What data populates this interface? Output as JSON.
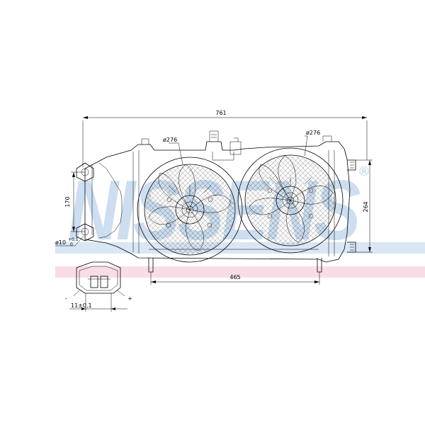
{
  "watermark": {
    "brand": "NISSENS",
    "registered_symbol": "®",
    "colors": {
      "text": "#bcd3ec",
      "band_blue": "#cfe0f3",
      "band_red": "#f6d6dd"
    }
  },
  "dimensions": {
    "overall_width": "761",
    "fan_left_diameter": "ø276",
    "fan_right_diameter": "ø276",
    "mount_spacing_vertical": "170",
    "height_right": "264",
    "bottom_mount_spacing": "465",
    "hole_diameter": "ø10",
    "hole_tolerance_upper": "+0,1",
    "hole_tolerance_lower": "0"
  },
  "connector": {
    "width_label": "11±0,1",
    "negative_label": "-",
    "positive_label": "+"
  }
}
